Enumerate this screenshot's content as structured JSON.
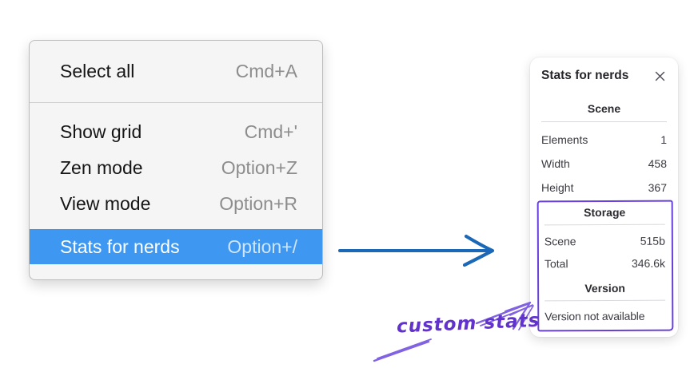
{
  "menu": {
    "highlight_color": "#3e98f2",
    "groups": [
      {
        "items": [
          {
            "label": "Select all",
            "shortcut": "Cmd+A",
            "highlighted": false
          }
        ]
      },
      {
        "items": [
          {
            "label": "Show grid",
            "shortcut": "Cmd+'",
            "highlighted": false
          },
          {
            "label": "Zen mode",
            "shortcut": "Option+Z",
            "highlighted": false
          },
          {
            "label": "View mode",
            "shortcut": "Option+R",
            "highlighted": false
          },
          {
            "label": "Stats for nerds",
            "shortcut": "Option+/",
            "highlighted": true
          }
        ]
      }
    ]
  },
  "stats_panel": {
    "title": "Stats for nerds",
    "icons": {
      "close": "x-cross"
    },
    "scene_section": {
      "heading": "Scene",
      "rows": [
        {
          "label": "Elements",
          "value": "1"
        },
        {
          "label": "Width",
          "value": "458"
        },
        {
          "label": "Height",
          "value": "367"
        }
      ]
    },
    "storage_section": {
      "heading": "Storage",
      "rows": [
        {
          "label": "Scene",
          "value": "515b"
        },
        {
          "label": "Total",
          "value": "346.6k"
        }
      ]
    },
    "version_section": {
      "heading": "Version",
      "note": "Version not available"
    },
    "annotation_box_color": "#6741d9"
  },
  "annotation": {
    "label": "custom stats",
    "label_color": "#6133cc",
    "sketch_arrow_color": "#8162e2",
    "pointer_arrow_color": "#1a68b7"
  }
}
